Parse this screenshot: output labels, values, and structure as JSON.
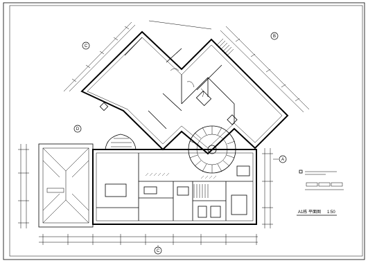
{
  "drawing": {
    "title": "A1栋 平面图",
    "scale": "1:50"
  },
  "axis_labels": {
    "c_upper": "C",
    "b_right": "B",
    "d_left": "D",
    "a_right": "A",
    "c_bottom": "C"
  },
  "colors": {
    "line": "#000000",
    "background": "#ffffff"
  }
}
